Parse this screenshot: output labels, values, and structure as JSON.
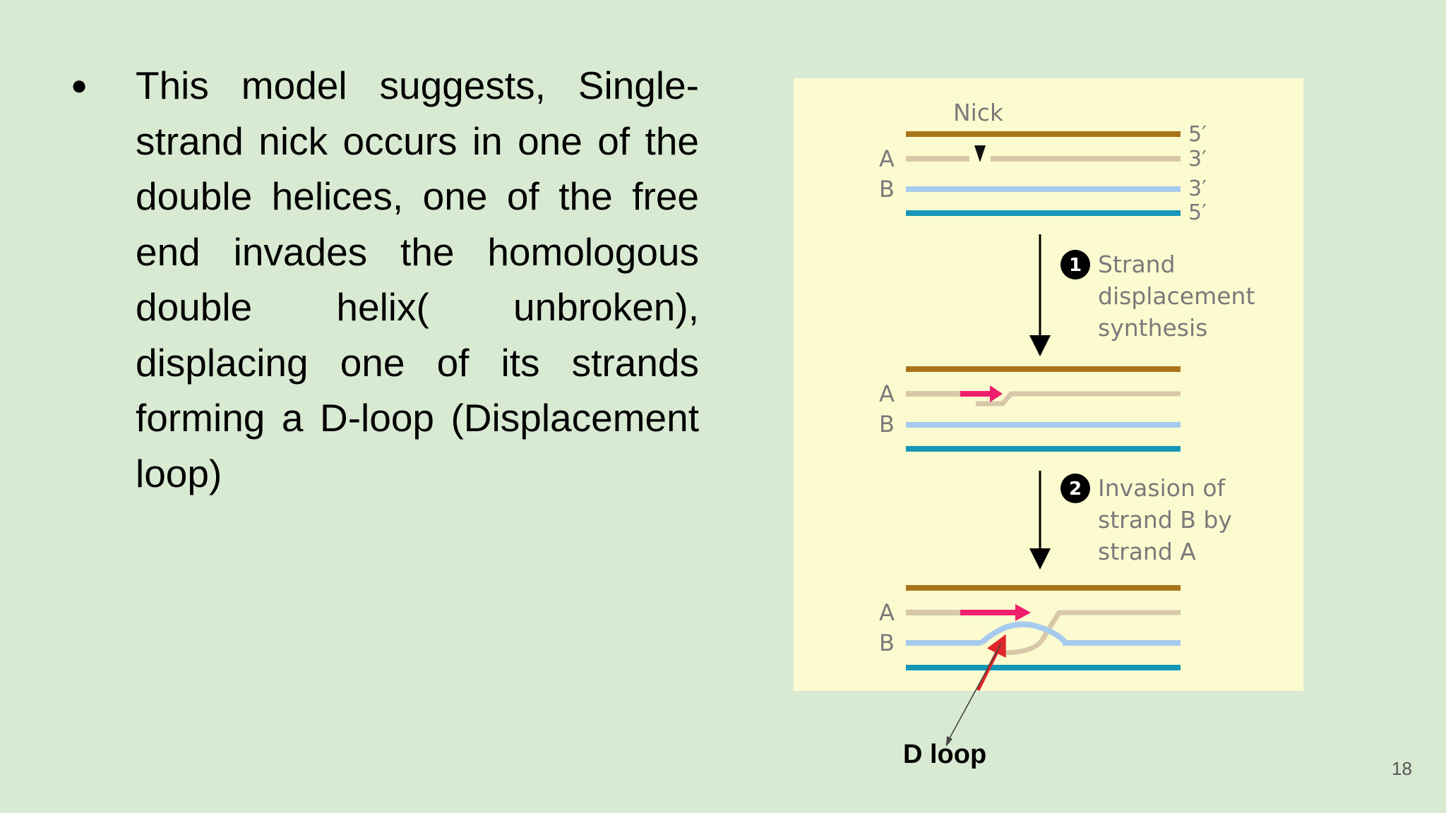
{
  "bullets": [
    {
      "text": "This model suggests, Single-strand nick occurs in one of the double helices, one of the free end invades the homologous double helix( unbroken), displacing one of its strands forming a D-loop (Displacement loop)"
    }
  ],
  "figure": {
    "nick_label": "Nick",
    "strand_a_label": "A",
    "strand_b_label": "B",
    "end_5": "5′",
    "end_3": "3′",
    "step1": {
      "number": "1",
      "lines": [
        "Strand",
        "displacement",
        "synthesis"
      ]
    },
    "step2": {
      "number": "2",
      "lines": [
        "Invasion of",
        "strand B by",
        "strand A"
      ]
    },
    "dloop_label": "D loop"
  },
  "page_number": "18",
  "colors": {
    "background": "#d9ead3",
    "panel": "#fcfbd0",
    "strand_a_outer": "#a8741a",
    "strand_a_inner": "#d8c7a8",
    "strand_b_inner": "#a7cbee",
    "strand_b_outer": "#1697b8",
    "new_synthesis_arrow": "#ee1f6c",
    "pointer_arrow": "#e0262a"
  }
}
